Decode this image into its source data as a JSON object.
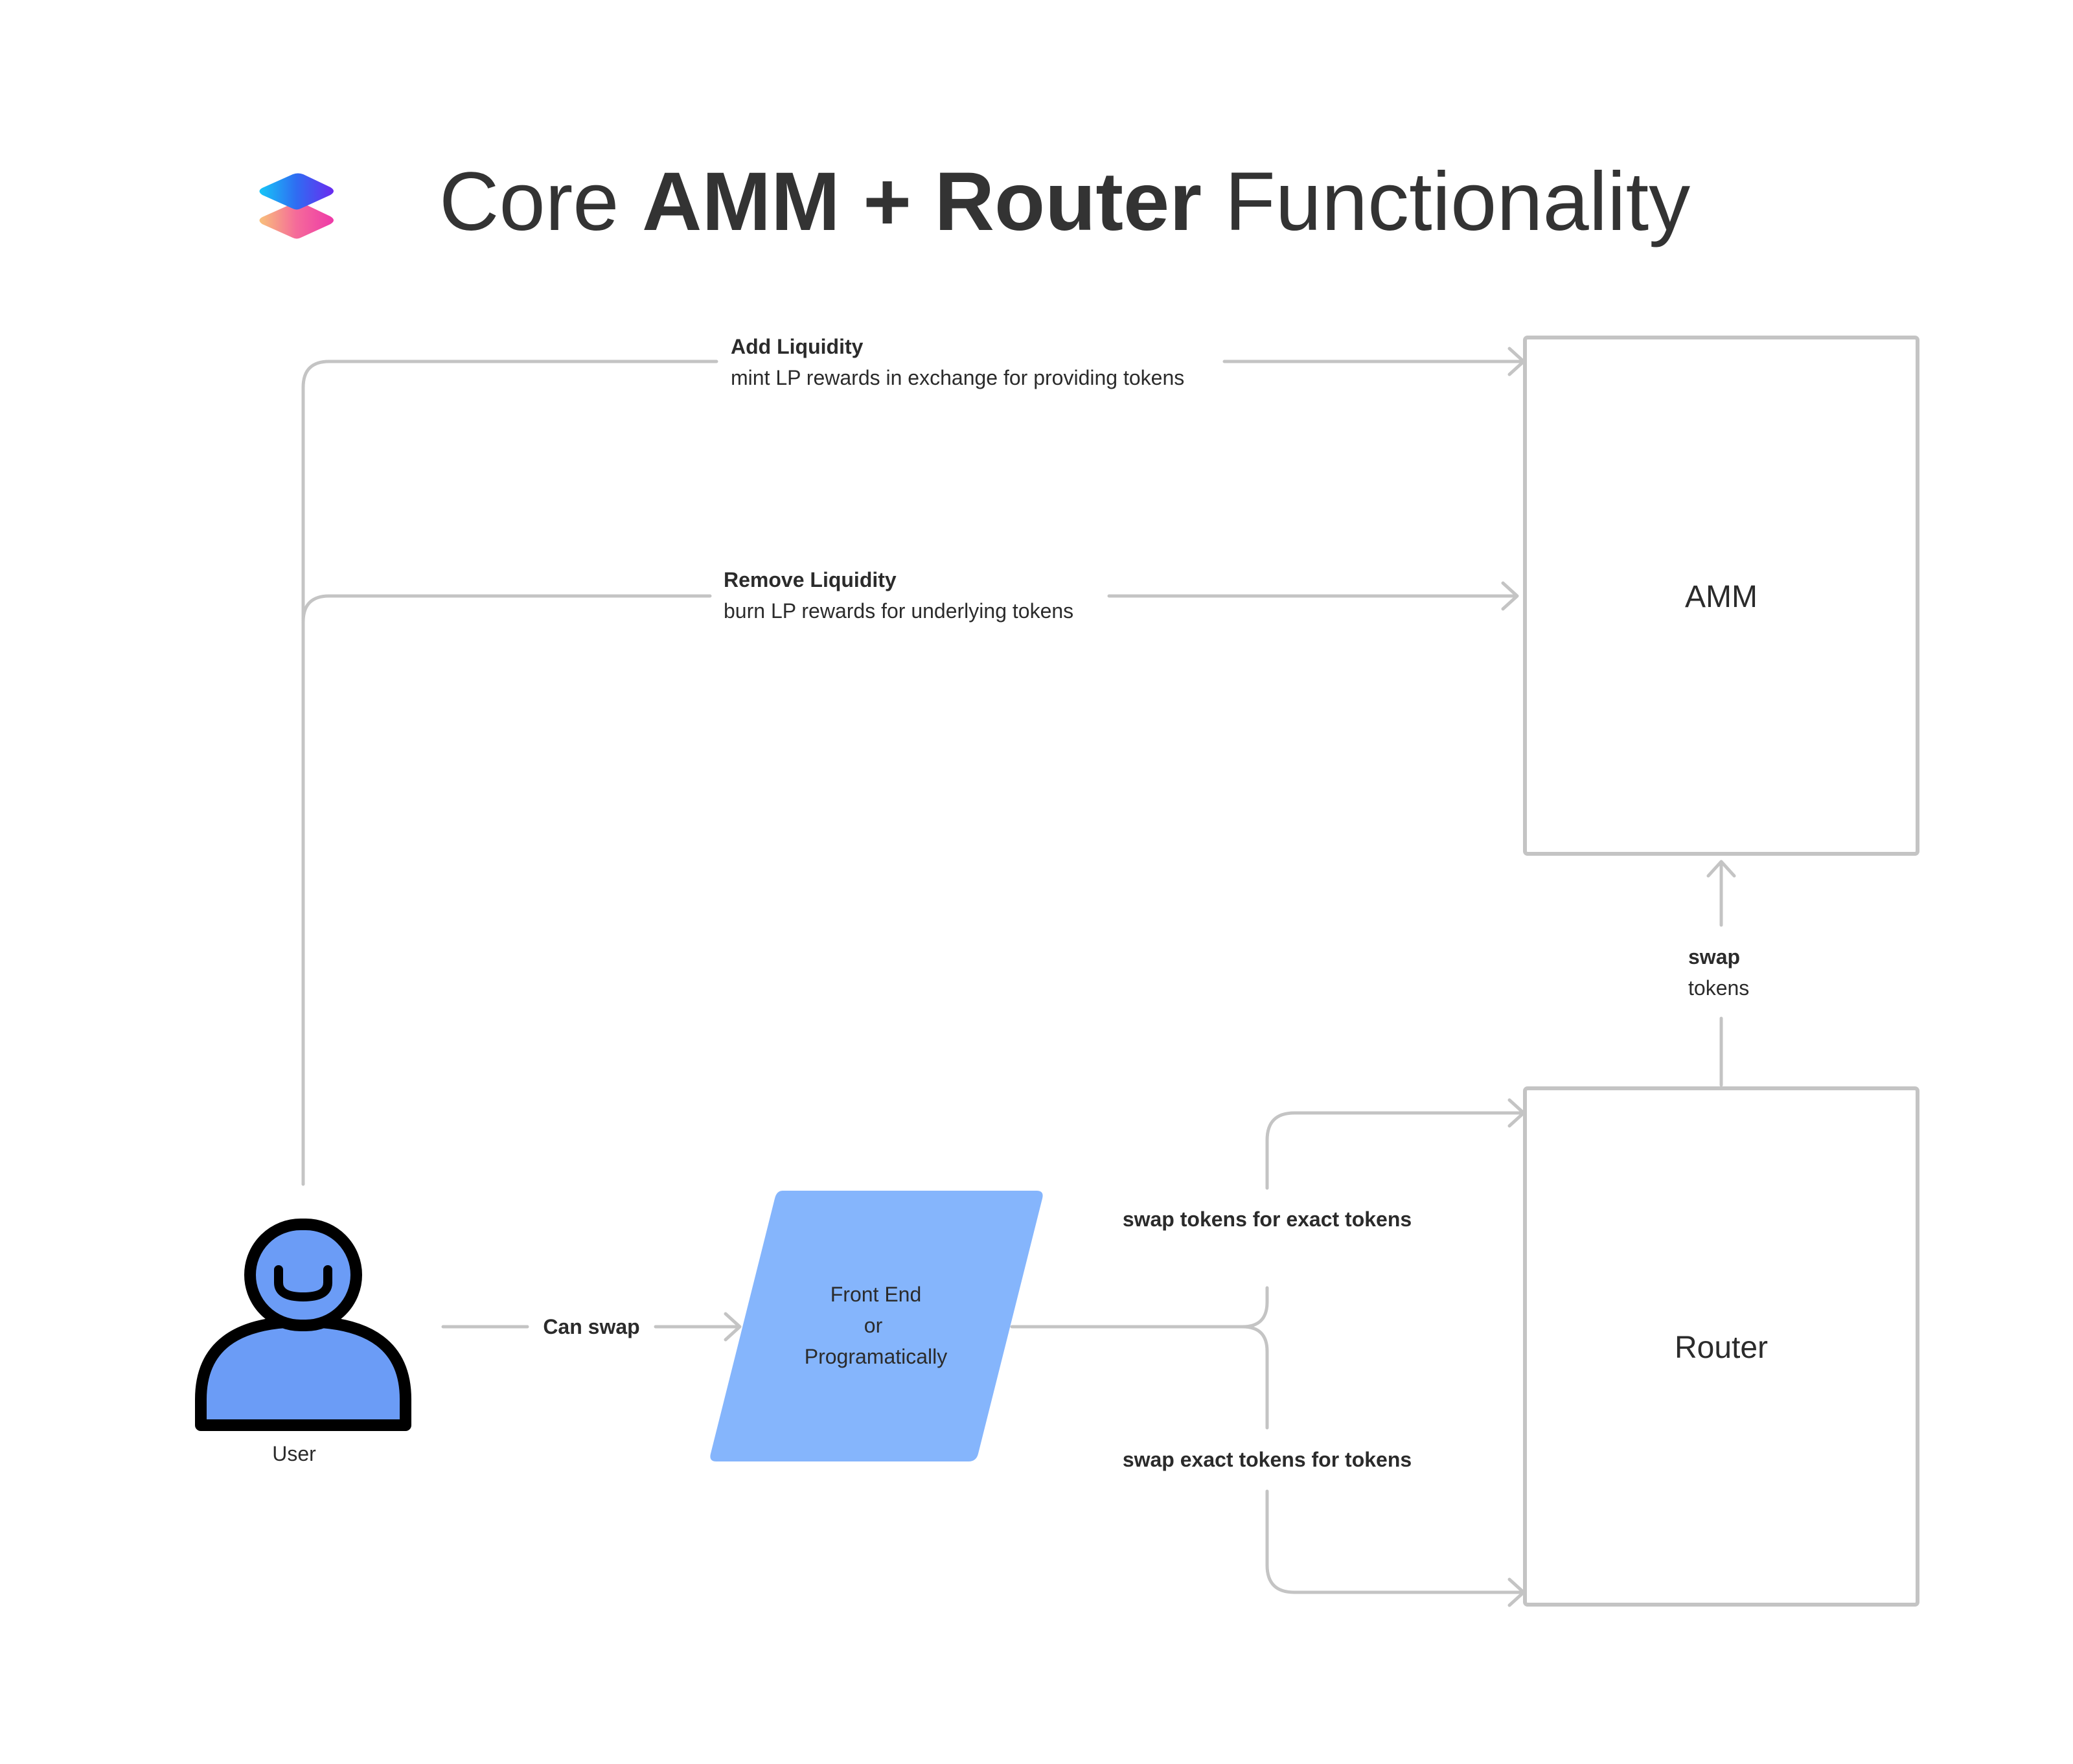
{
  "title": {
    "part1": "Core ",
    "part2_bold": "AMM + Router",
    "part3": " Functionality"
  },
  "logo": {
    "icon": "stacked-layers-logo-icon"
  },
  "nodes": {
    "amm": "AMM",
    "router": "Router",
    "frontend": {
      "line1": "Front End",
      "line2": "or",
      "line3": "Programatically"
    },
    "user": "User"
  },
  "edges": {
    "add_liquidity": {
      "title": "Add Liquidity",
      "subtitle": "mint LP rewards in exchange for providing tokens"
    },
    "remove_liquidity": {
      "title": "Remove Liquidity",
      "subtitle": "burn LP rewards for underlying tokens"
    },
    "can_swap": "Can swap",
    "swap_tokens": {
      "line1": "swap",
      "line2": "tokens"
    },
    "swap_for_exact": "swap tokens for exact tokens",
    "swap_exact_for": "swap exact tokens for tokens"
  },
  "colors": {
    "connector": "#c4c4c4",
    "frontend_fill": "#85b5fc",
    "user_fill": "#6b9cf6",
    "user_outline": "#000000",
    "text": "#2b2b2b"
  }
}
